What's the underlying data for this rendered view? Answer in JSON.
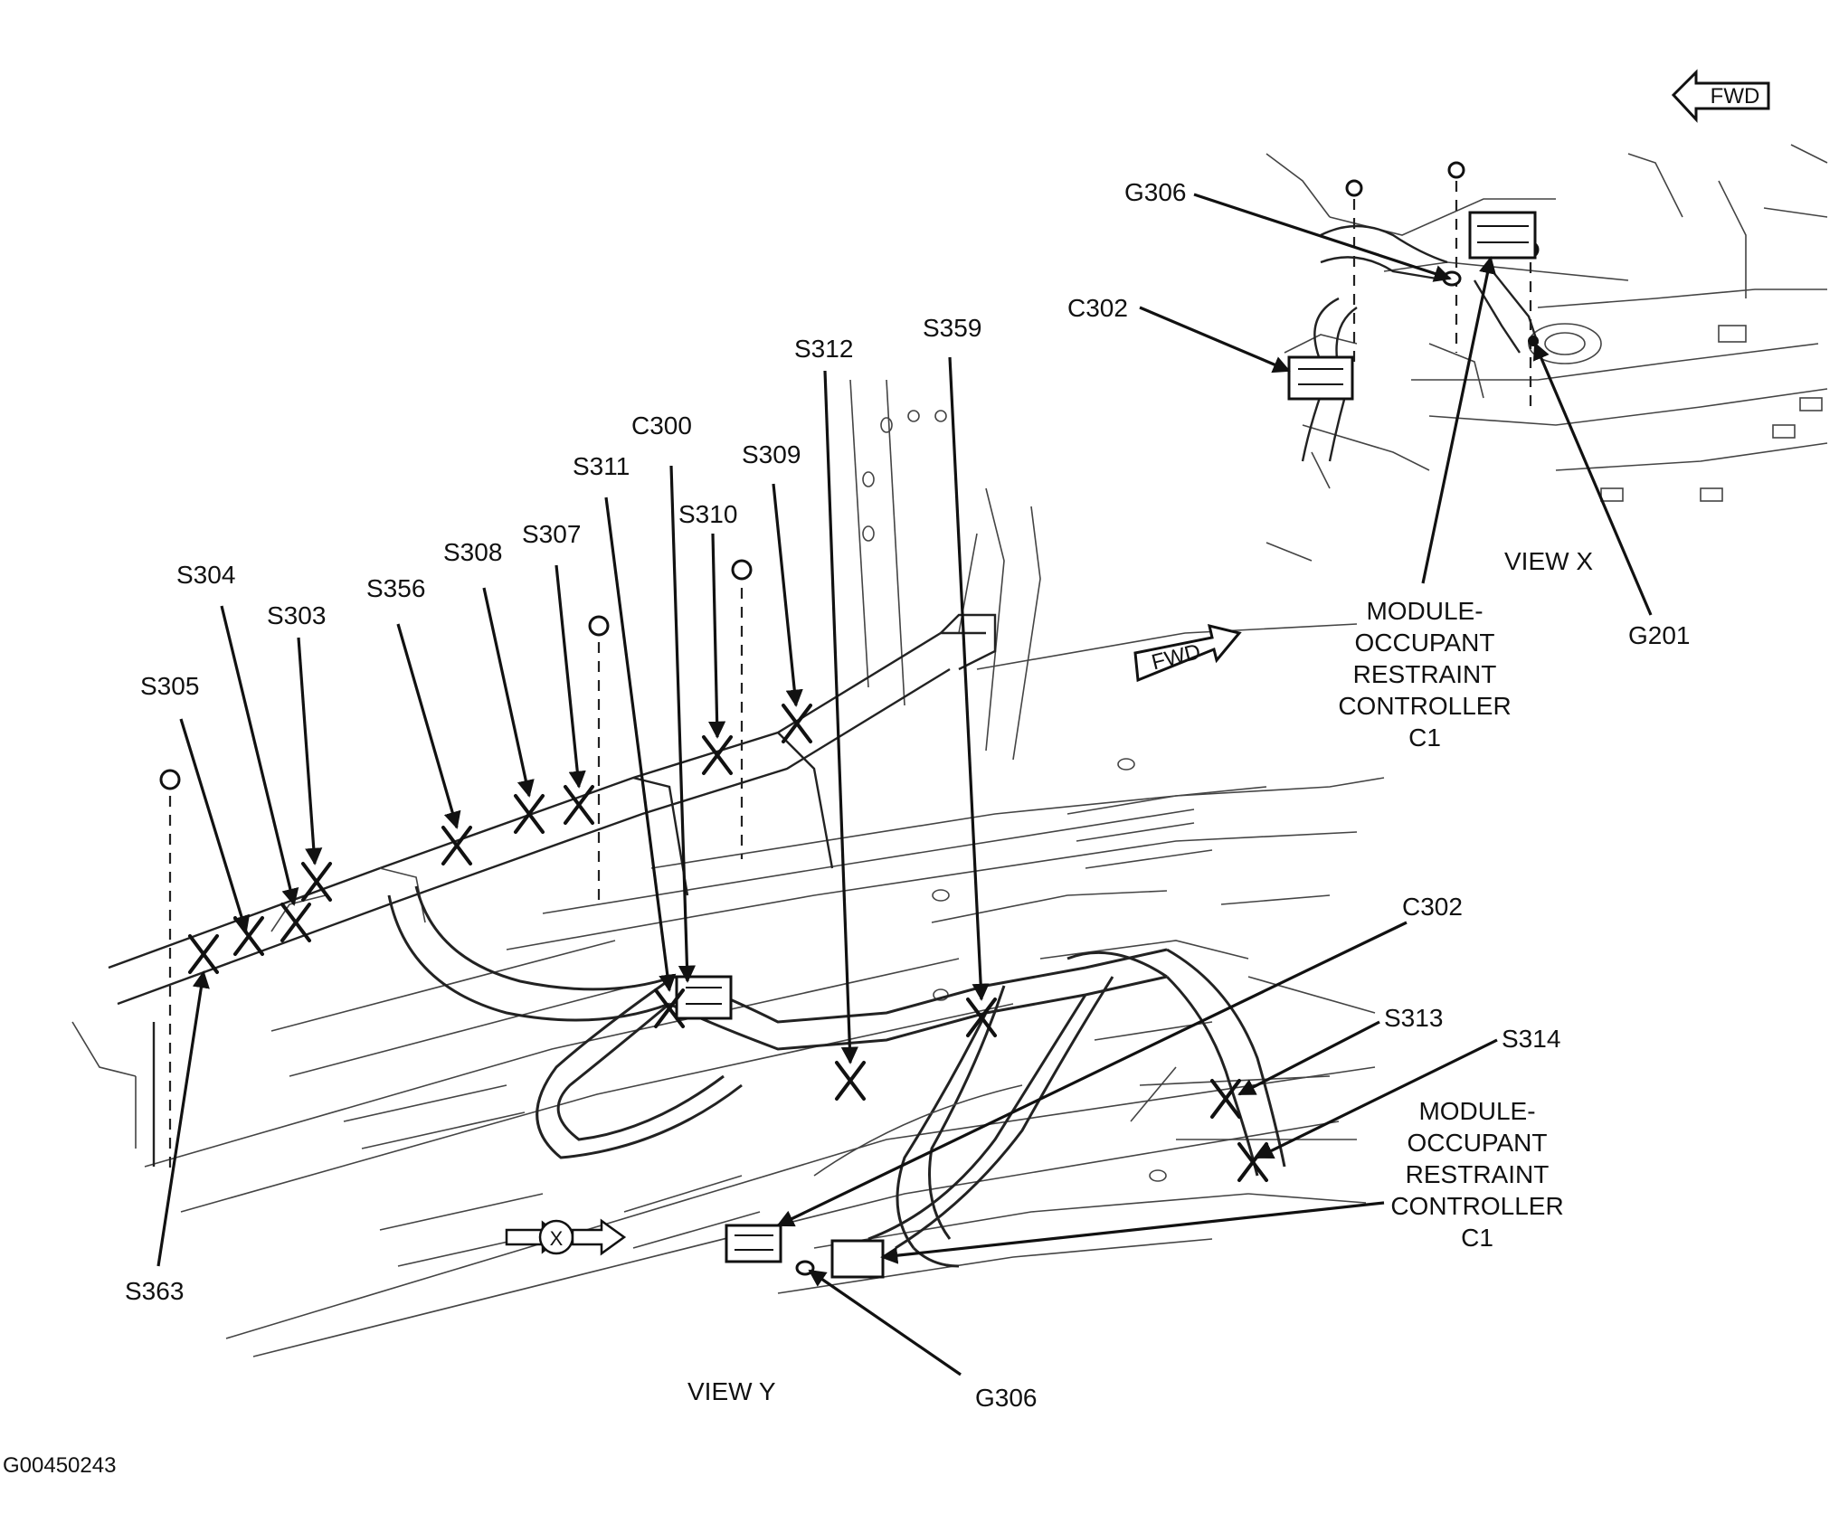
{
  "labels": {
    "s305": "S305",
    "s304": "S304",
    "s303": "S303",
    "s356": "S356",
    "s308": "S308",
    "s307": "S307",
    "s311": "S311",
    "c300": "C300",
    "s310": "S310",
    "s309": "S309",
    "s312": "S312",
    "s359": "S359",
    "s363": "S363",
    "c302_y": "C302",
    "s313": "S313",
    "s314": "S314",
    "g306_y": "G306",
    "g306_x": "G306",
    "c302_x": "C302",
    "g201": "G201"
  },
  "module_x": [
    "MODULE-",
    "OCCUPANT",
    "RESTRAINT",
    "CONTROLLER",
    "C1"
  ],
  "module_y": [
    "MODULE-",
    "OCCUPANT",
    "RESTRAINT",
    "CONTROLLER",
    "C1"
  ],
  "views": {
    "x": "VIEW X",
    "y": "VIEW Y"
  },
  "fwd": "FWD",
  "view_marker": "X",
  "figure_id": "G00450243"
}
